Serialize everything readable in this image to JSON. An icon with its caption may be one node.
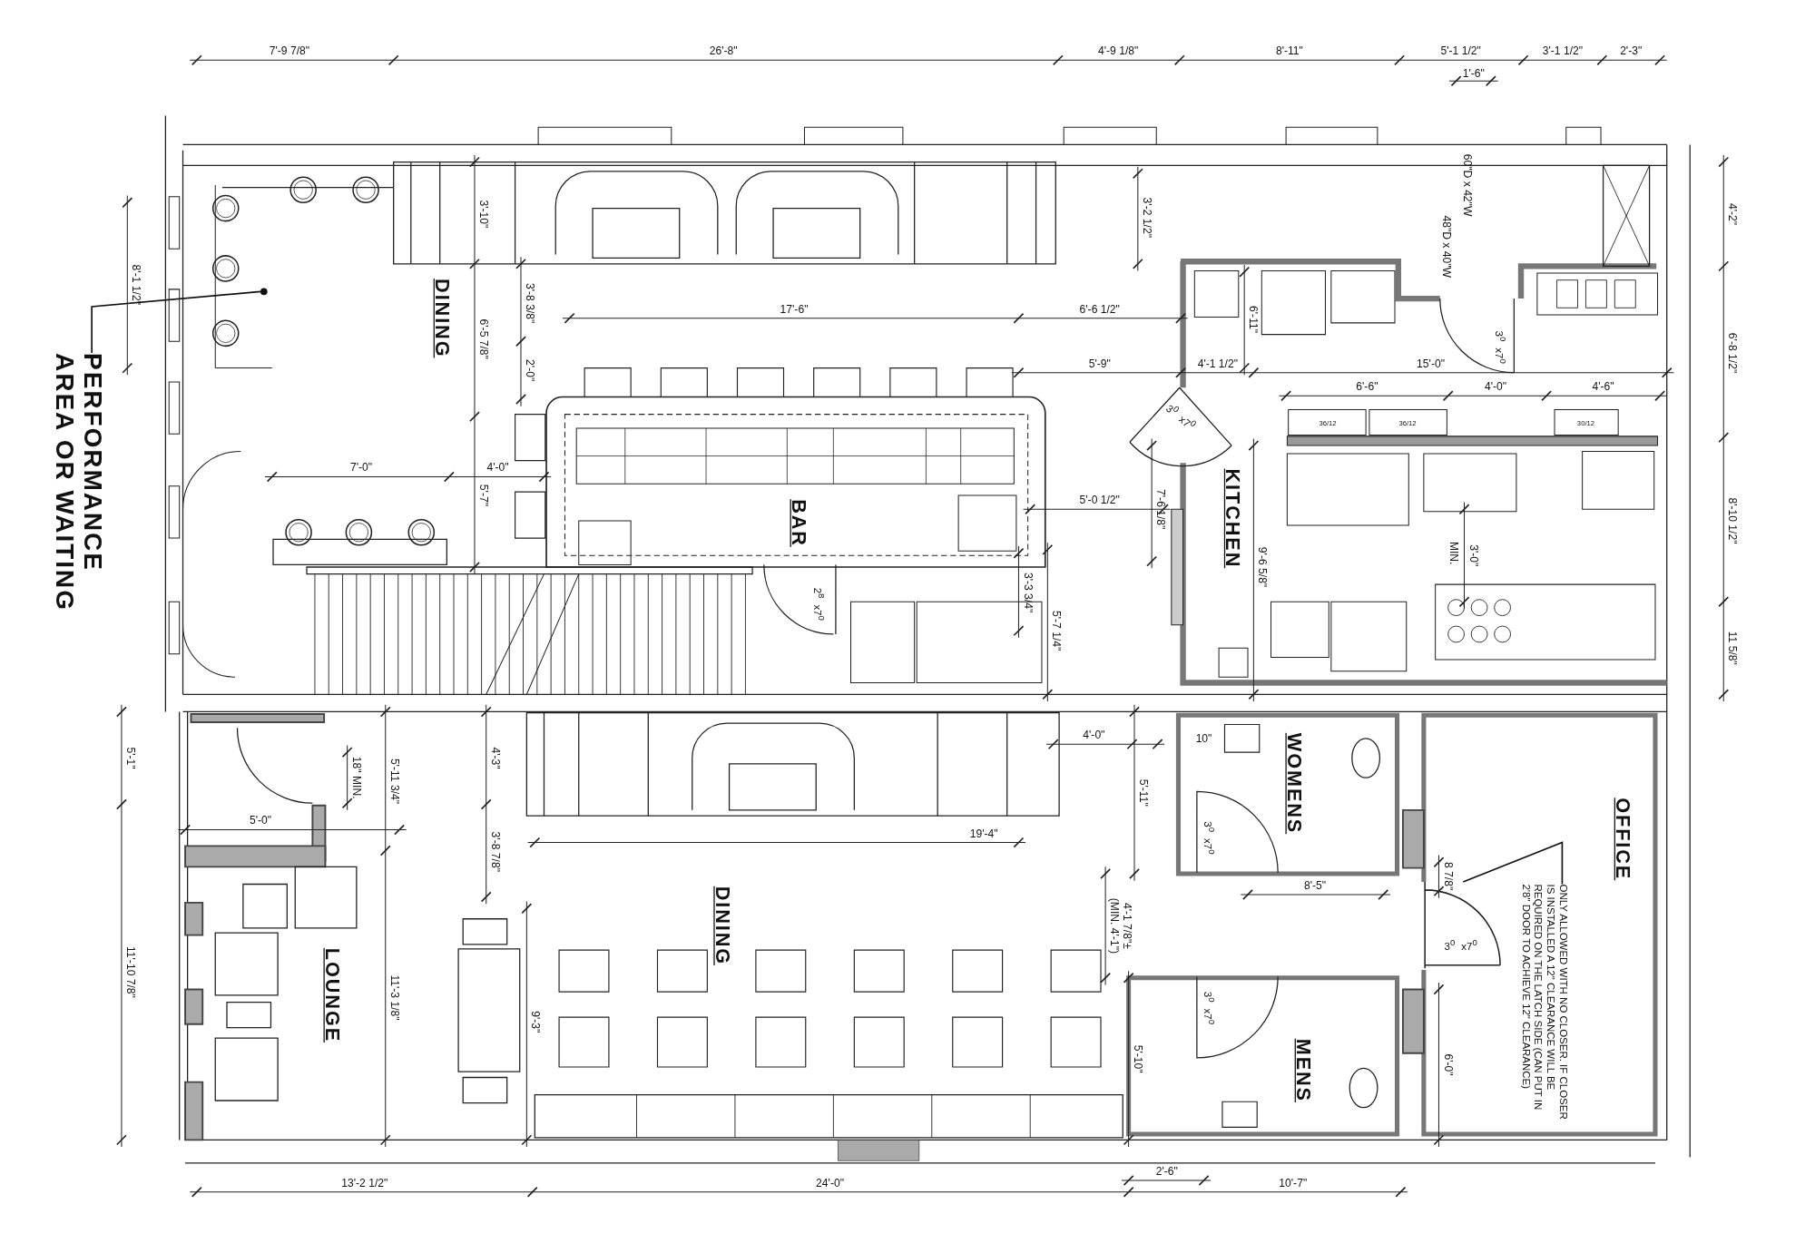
{
  "diagram": {
    "nodes": [
      {
        "text": [
          "PERFORMANCE AREA OR WAITING"
        ]
      },
      {
        "text": [],
        "shape": "circle"
      },
      {
        "text": [
          "ONLY ALLOWED WITH NO CLOSER. IF CLOSER IS INSTALLED A 12\" CLEARANCE WILL BE REQUIRED ON THE LATCH SIDE (CAN PUT IN 2'8\" DOOR TO ACHIEVE 12\" CLEARANCE)"
        ]
      },
      {
        "text": [],
        "shape": "door"
      }
    ],
    "edges": [
      {
        "from": 0,
        "to": 1,
        "arrow": "none"
      },
      {
        "from": 2,
        "to": 3,
        "arrow": "none"
      }
    ],
    "labels": [
      "7'-9 7/8\"",
      "26'-8\"",
      "4'-9 1/8\"",
      "8'-11\"",
      "5'-1 1/2\"",
      "3'-1 1/2\"",
      "2'-3\"",
      "1'-6\"",
      "8'-1 1/2\"",
      "3'-10\"",
      "3'-2 1/2\"",
      "60\"D x 42\"W",
      "48\"D x 40\"W",
      "4'-2\"",
      "DINING",
      "3'-8 3/8\"",
      "6'-5 7/8\"",
      "17'-6\"",
      "6'-6 1/2\"",
      "6'-11\"",
      "3$^{0}$ x7$^{0}$",
      "2'-0\"",
      "5'-9\"",
      "4'-1 1/2\"",
      "15'-0\"",
      "6'-8 1/2\"",
      "6'-6\"",
      "4'-0\"",
      "4'-6\"",
      "36/12",
      "36/12",
      "30/12",
      "3$^{0}$ x7$^{0}$",
      "7'-6 1/8\"",
      "KITCHEN",
      "7'-0\"",
      "4'-0\"",
      "5'-7\"",
      "BAR",
      "5'-0 1/2\"",
      "8'-10 1/2\"",
      "MIN.",
      "3'-0\"",
      "9'-6 5/8\"",
      "2$^{8}$ x7$^{0}$",
      "3'-3 3/4\"",
      "5'-7 1/4\"",
      "11 5/8\"",
      "5'-1\"",
      "18\" MIN.",
      "5'-11 3/4\"",
      "4'-3\"",
      "4'-0\"",
      "10\"",
      "5'-11\"",
      "WOMENS",
      "3$^{0}$ x7$^{0}$",
      "5'-0\"",
      "19'-4\"",
      "8 7/8\"",
      "OFFICE",
      "3'-8 7/8\"",
      "4'-1 7/8\"± (MIN. 4'-1\")",
      "8'-5\"",
      "DINING",
      "3$^{0}$ x7$^{0}$",
      "3$^{0}$ x7$^{0}$",
      "11'-10 7/8\"",
      "11'-3 1/8\"",
      "LOUNGE",
      "9'-3\"",
      "MENS",
      "5'-10\"",
      "6'-0\"",
      "13'-2 1/2\"",
      "24'-0\"",
      "2'-6\"",
      "10'-7\""
    ]
  }
}
